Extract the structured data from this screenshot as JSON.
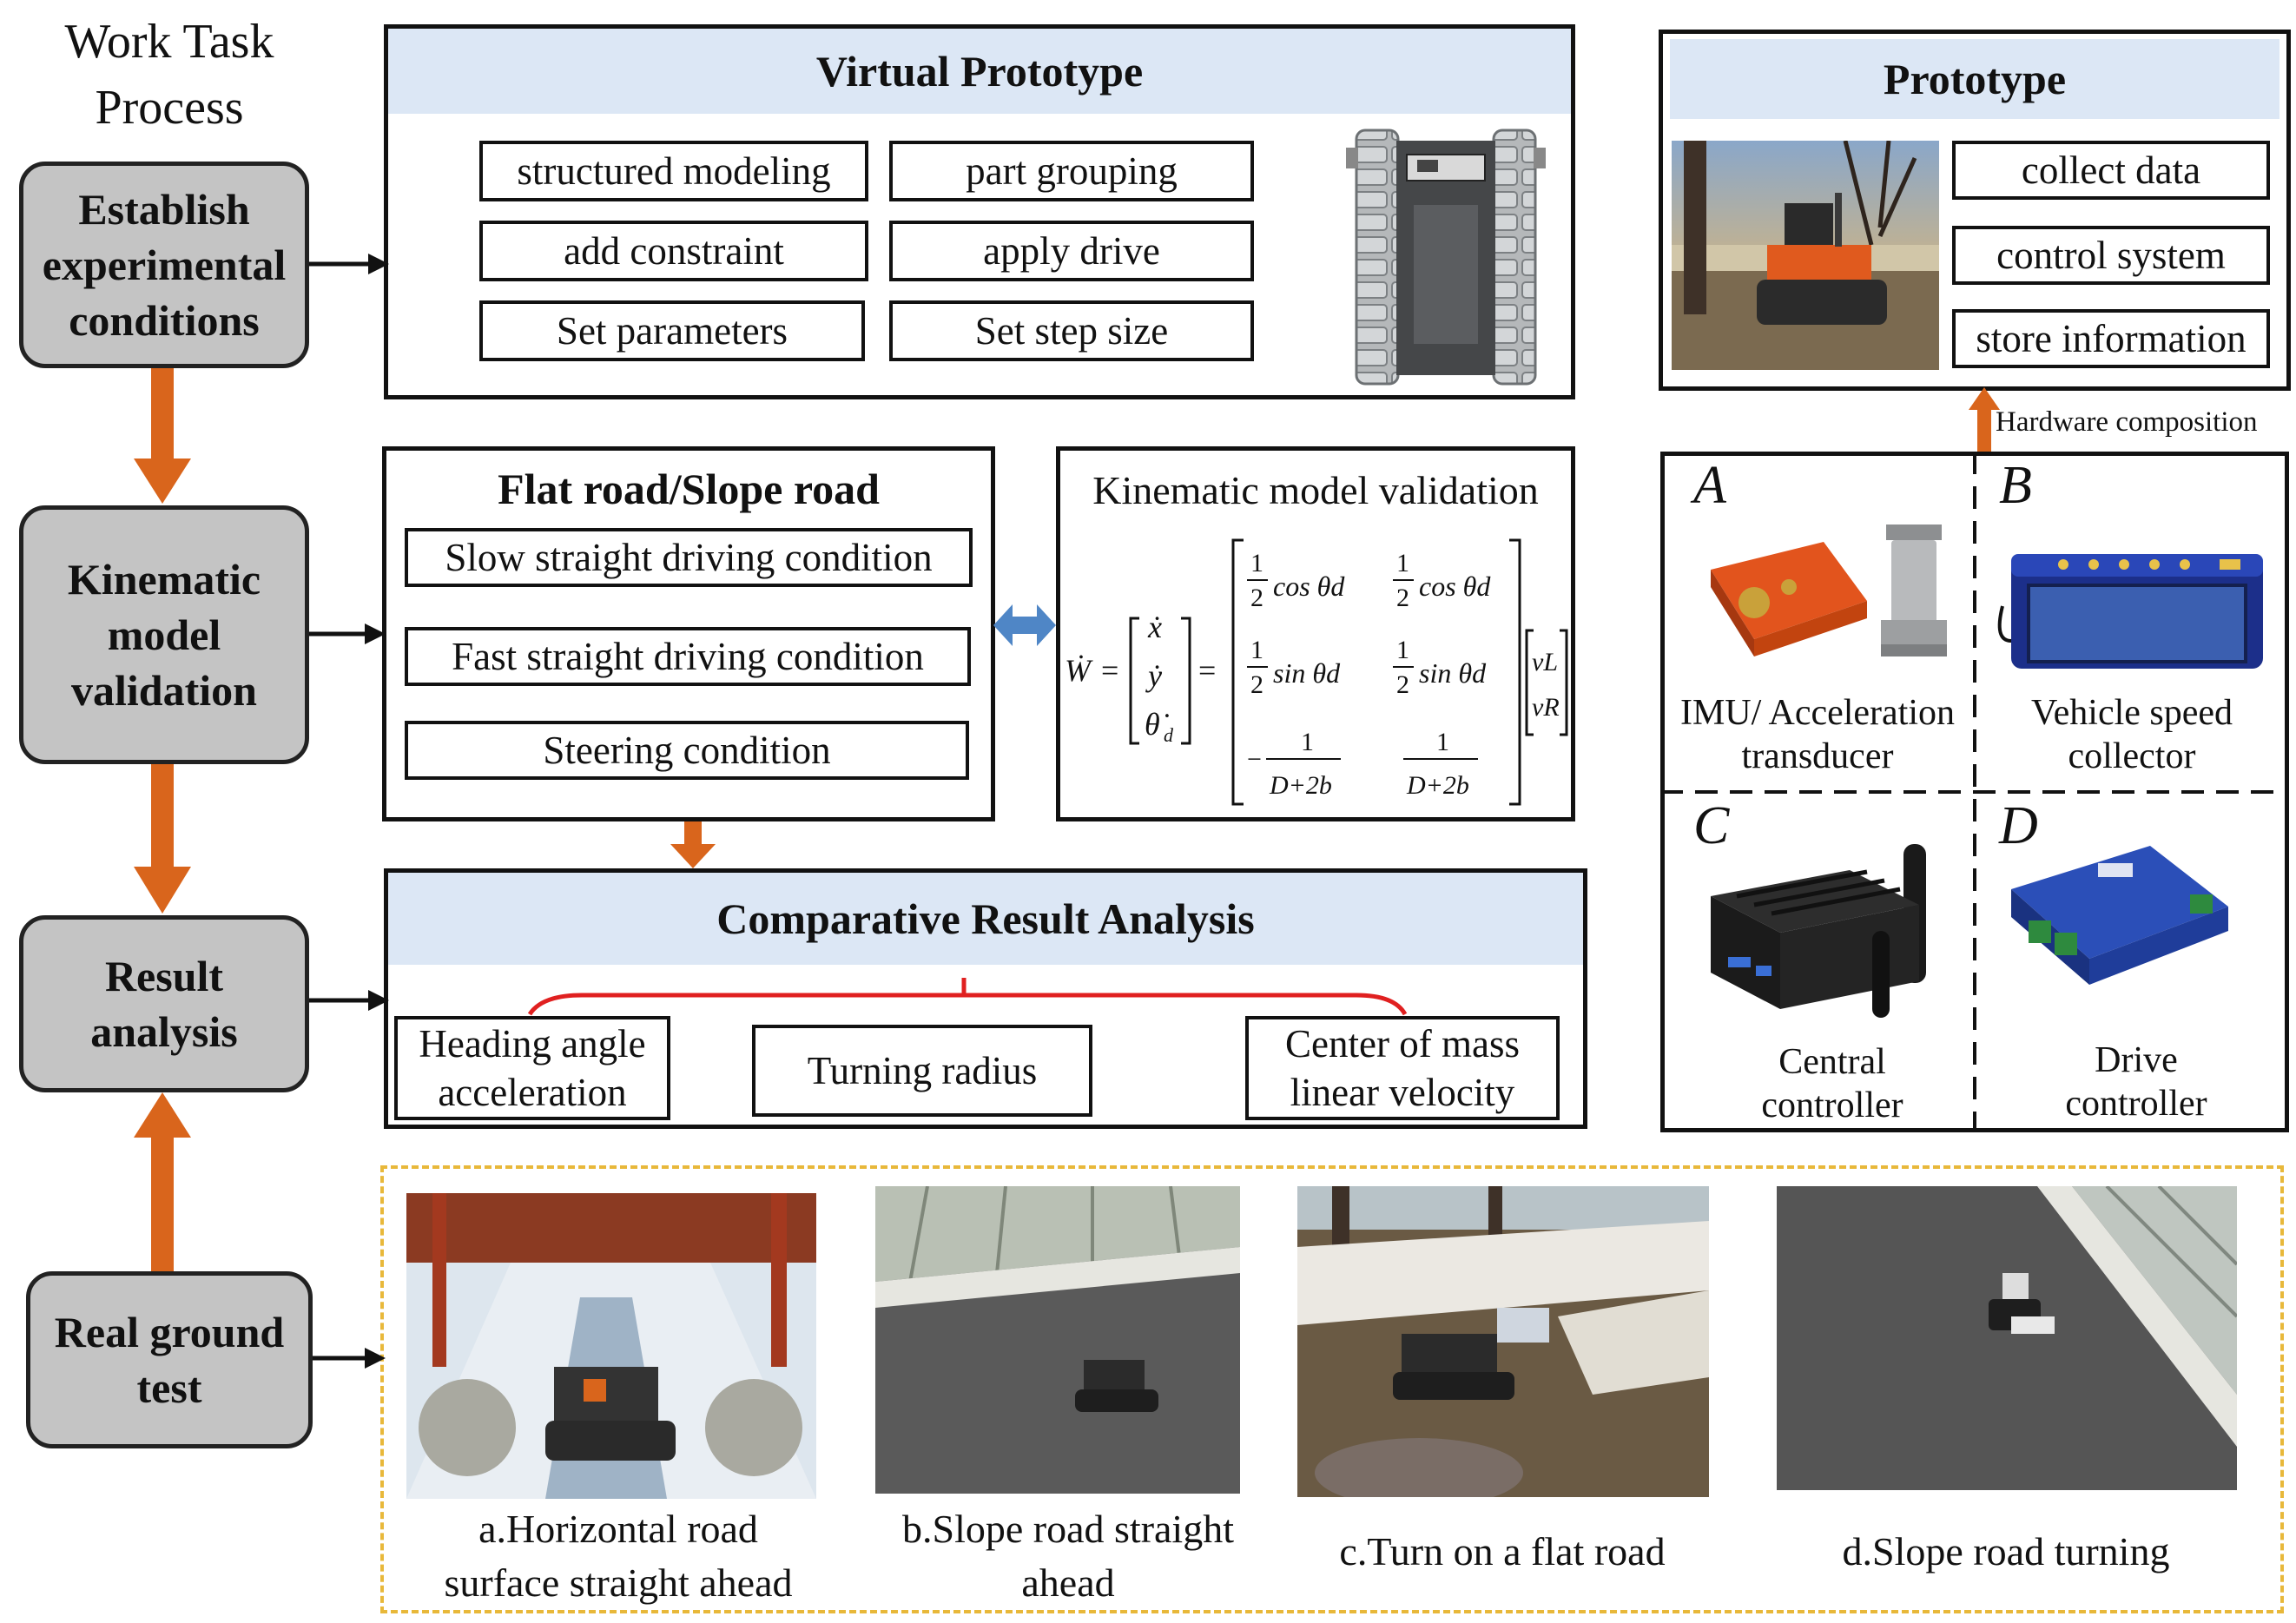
{
  "header": {
    "title_line1": "Work Task",
    "title_line2": "Process"
  },
  "stages": [
    {
      "lines": [
        "Establish",
        "experimental",
        "conditions"
      ]
    },
    {
      "lines": [
        "Kinematic",
        "model",
        "validation"
      ]
    },
    {
      "lines": [
        "Result",
        "analysis"
      ]
    },
    {
      "lines": [
        "Real ground",
        "test"
      ]
    }
  ],
  "virtual_prototype": {
    "title": "Virtual Prototype",
    "steps": [
      "structured modeling",
      "part grouping",
      "add constraint",
      "apply drive",
      "Set parameters",
      "Set step size"
    ]
  },
  "prototype": {
    "title": "Prototype",
    "functions": [
      "collect data",
      "control system",
      "store information"
    ],
    "hardware_label": "Hardware composition"
  },
  "hardware": [
    {
      "letter": "A",
      "caption": [
        "IMU/ Acceleration",
        "transducer"
      ]
    },
    {
      "letter": "B",
      "caption": [
        "Vehicle speed",
        "collector"
      ]
    },
    {
      "letter": "C",
      "caption": [
        "Central",
        "controller"
      ]
    },
    {
      "letter": "D",
      "caption": [
        "Drive",
        "controller"
      ]
    }
  ],
  "conditions": {
    "title": "Flat road/Slope road",
    "items": [
      "Slow straight driving condition",
      "Fast straight driving condition",
      "Steering condition"
    ]
  },
  "kinematic": {
    "title": "Kinematic model validation",
    "lhs": "Ẇ",
    "vector": [
      "ẋ",
      "ẏ",
      "θ̇"
    ],
    "vector_sub": "d",
    "matrix": [
      [
        "1/2",
        "cos θd",
        "1/2",
        "cos θd"
      ],
      [
        "1/2",
        "sin θd",
        "1/2",
        "sin θd"
      ],
      [
        "−1",
        "D+2b",
        "1",
        "D+2b"
      ]
    ],
    "velocities": [
      "vL",
      "vR"
    ]
  },
  "comparative": {
    "title": "Comparative Result Analysis",
    "metrics": [
      {
        "lines": [
          "Heading angle",
          "acceleration"
        ]
      },
      {
        "lines": [
          "Turning radius"
        ]
      },
      {
        "lines": [
          "Center of mass",
          "linear velocity"
        ]
      }
    ]
  },
  "tests": [
    {
      "caption": [
        "a.Horizontal road",
        "surface straight ahead"
      ]
    },
    {
      "caption": [
        "b.Slope road straight",
        "ahead"
      ]
    },
    {
      "caption": [
        "c.Turn on a flat road"
      ]
    },
    {
      "caption": [
        "d.Slope road turning"
      ]
    }
  ],
  "colors": {
    "arrow_orange": "#d9651c",
    "band_blue": "#dce7f5",
    "stage_grey": "#c4c4c4",
    "dash_gold": "#e8b83a",
    "bracket_red": "#e02020",
    "double_arrow_blue": "#4f86c6"
  }
}
